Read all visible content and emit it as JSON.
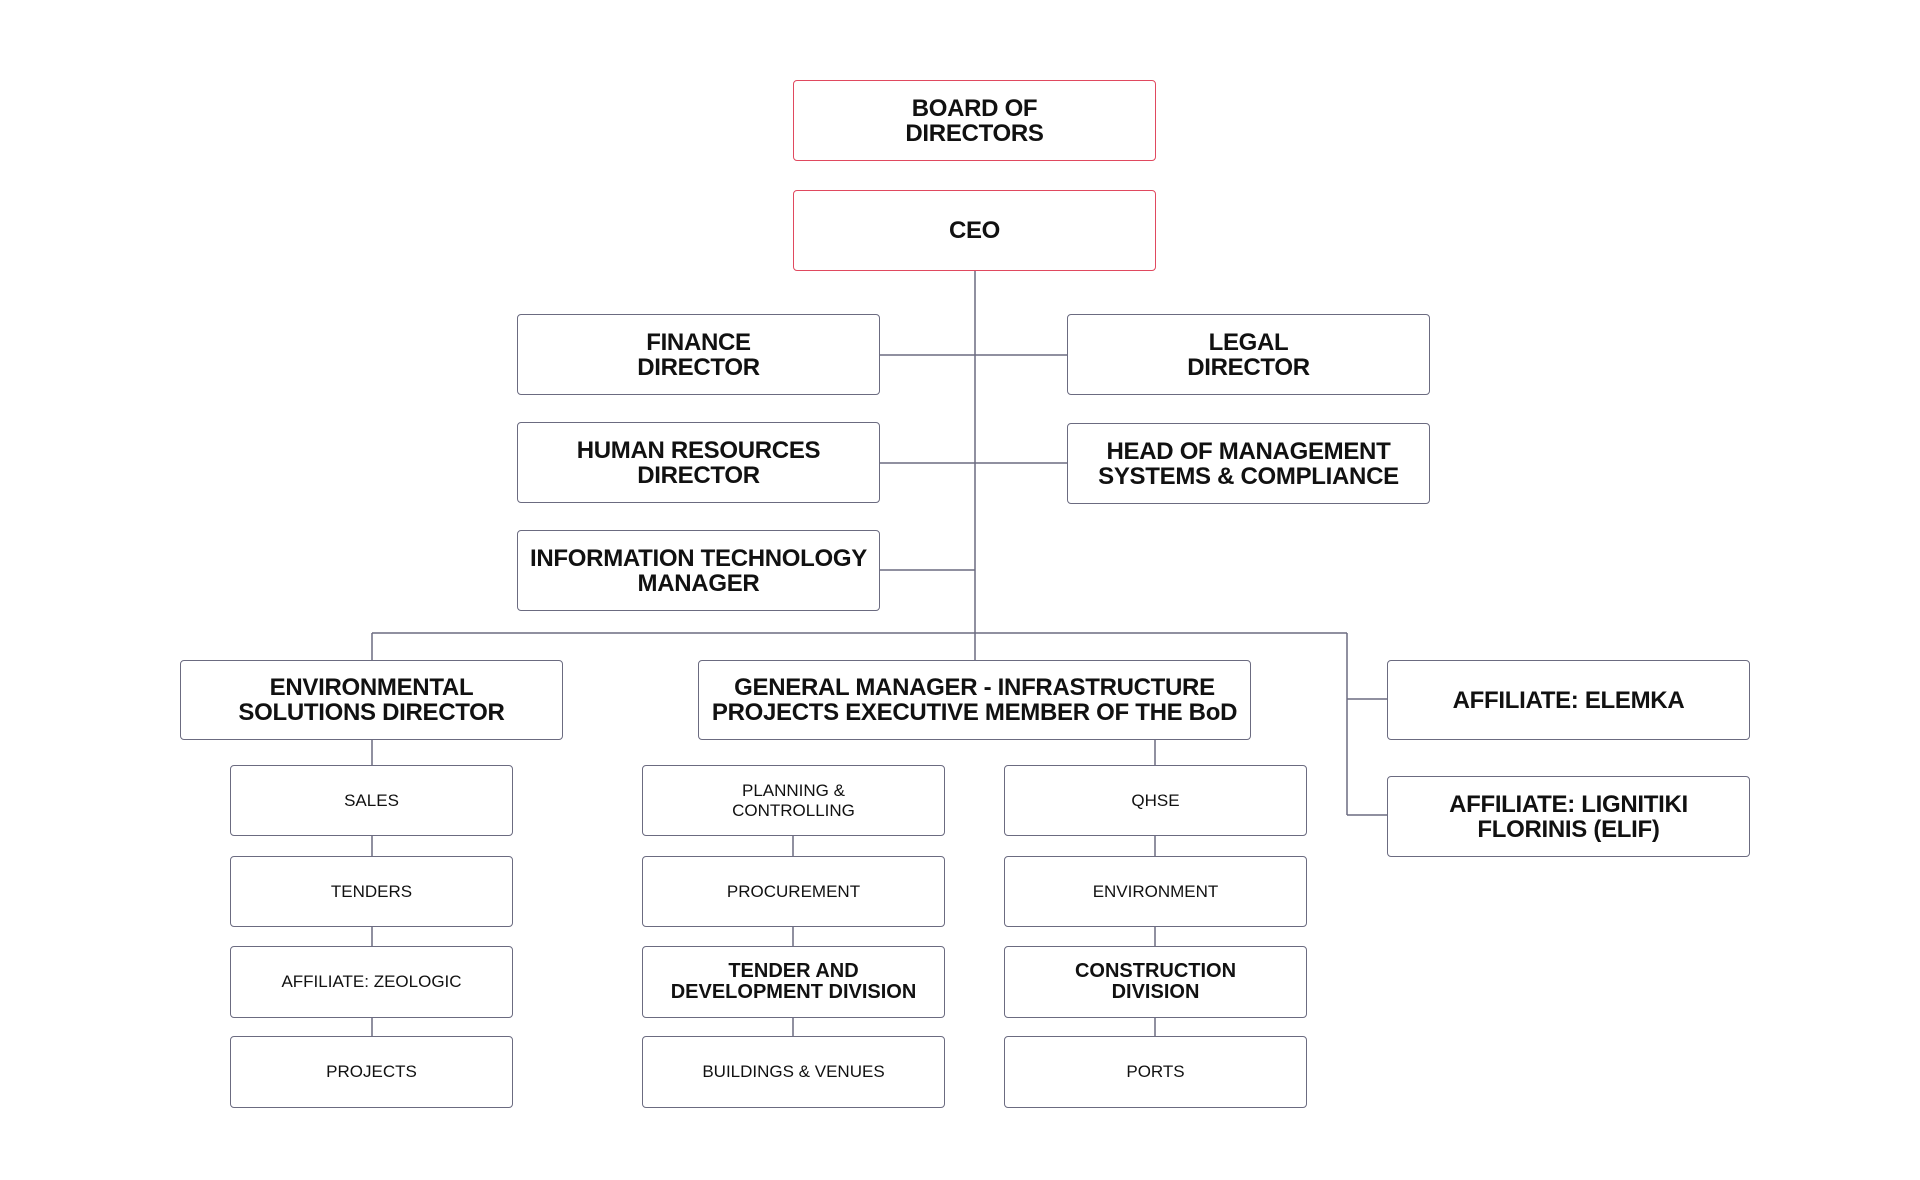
{
  "colors": {
    "top_border": "#e0495f",
    "box_border": "#6b6b80",
    "connector": "#6b6b80",
    "text": "#111111"
  },
  "org": {
    "board": "BOARD OF\nDIRECTORS",
    "ceo": "CEO",
    "finance": "FINANCE\nDIRECTOR",
    "legal": "LEGAL\nDIRECTOR",
    "hr": "HUMAN RESOURCES\nDIRECTOR",
    "head_mgmt": "HEAD OF MANAGEMENT\nSYSTEMS & COMPLIANCE",
    "it": "INFORMATION TECHNOLOGY\nMANAGER",
    "env_solutions": "ENVIRONMENTAL\nSOLUTIONS DIRECTOR",
    "gm_infra": "GENERAL MANAGER - INFRASTRUCTURE\nPROJECTS EXECUTIVE MEMBER OF THE BoD",
    "affiliate_elemka": "AFFILIATE: ELEMKA",
    "affiliate_lignitiki": "AFFILIATE: LIGNITIKI\nFLORINIS (ELIF)",
    "sales": "SALES",
    "tenders": "TENDERS",
    "affiliate_zeologic": "AFFILIATE: ZEOLOGIC",
    "projects": "PROJECTS",
    "planning": "PLANNING &\nCONTROLLING",
    "procurement": "PROCUREMENT",
    "tender_dev": "TENDER AND\nDEVELOPMENT DIVISION",
    "buildings": "BUILDINGS & VENUES",
    "qhse": "QHSE",
    "environment": "ENVIRONMENT",
    "construction": "CONSTRUCTION\nDIVISION",
    "ports": "PORTS"
  }
}
